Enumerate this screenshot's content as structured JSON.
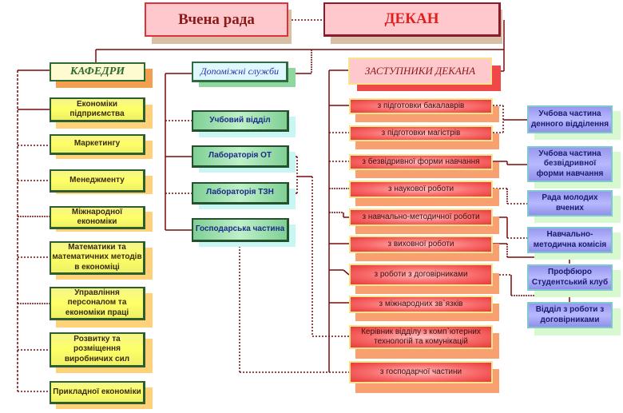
{
  "top": {
    "council": "Вчена рада",
    "dean": "ДЕКАН"
  },
  "departments": {
    "title": "КАФЕДРИ",
    "items": [
      "Економіки\nпідприємства",
      "Маркетингу",
      "Менеджменту",
      "Міжнародної економіки",
      "Математики та\nматематичних методів\nв економіці",
      "Управління\nперсоналом та\nекономіки праці",
      "Розвитку та\nрозміщення\nвиробничих сил",
      "Прикладної економіки"
    ]
  },
  "services": {
    "title": "Допоміжні служби",
    "items": [
      "Учбовий відділ",
      "Лабораторія ОТ",
      "Лабораторія ТЗН",
      "Господарська частина"
    ]
  },
  "deputies": {
    "title": "ЗАСТУПНИКИ ДЕКАНА",
    "items": [
      "з підготовки бакалаврів",
      "з підготовки магістрів",
      "з безвідривної форми навчання",
      "з наукової роботи",
      "з навчально-методичної роботи",
      "з виховної роботи",
      "з роботи з договірниками",
      "з міжнародних зв`язків",
      "Керівник відділу з комп`ютерних\nтехнологій та комунікацій",
      "з господарчої частини"
    ]
  },
  "units": {
    "items": [
      "Учбова частина\nденного відділення",
      "Учбова частина\nбезвідривної\nформи навчання",
      "Рада молодих\nвчених",
      "Навчально-\nметодична комісія",
      "Профбюро\nСтудентський клуб",
      "Відділ з роботи з\nдоговірниками"
    ]
  },
  "colors": {
    "connector": "#7a0a0a",
    "top_fill": "#ffc8cc",
    "department_fill": "#ffff66",
    "service_fill": "#9edfae",
    "deputy_fill": "#f86a6a",
    "unit_fill": "#b0b0f8"
  }
}
